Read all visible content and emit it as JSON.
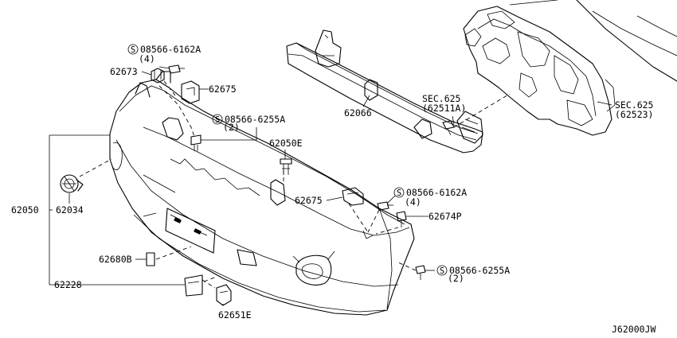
{
  "callouts": {
    "screw_top": {
      "part": "08566-6162A",
      "qty": "(4)"
    },
    "p62673": "62673",
    "p62675_top": "62675",
    "screw_left": {
      "part": "08566-6255A",
      "qty": "(2)"
    },
    "p62066": "62066",
    "sec625_mid": {
      "sec": "SEC.625",
      "ref": "(62511A)"
    },
    "sec625_right": {
      "sec": "SEC.625",
      "ref": "(62523)"
    },
    "p62050E": "62050E",
    "p62050": "62050",
    "p62034": "62034",
    "p62675_mid": "62675",
    "screw_mid": {
      "part": "08566-6162A",
      "qty": "(4)"
    },
    "p62674P": "62674P",
    "p62680B": "62680B",
    "screw_bottom": {
      "part": "08566-6255A",
      "qty": "(2)"
    },
    "p62228": "62228",
    "p62651E": "62651E"
  },
  "screw_symbol": "S",
  "diagram_id": "J62000JW"
}
